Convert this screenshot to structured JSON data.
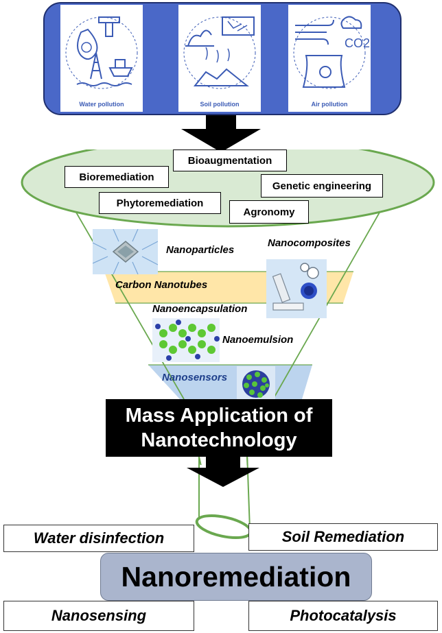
{
  "pollution": {
    "water": "Water pollution",
    "soil": "Soil pollution",
    "air": "Air pollution",
    "co2": "CO2"
  },
  "methods": {
    "bioaugmentation": "Bioaugmentation",
    "bioremediation": "Bioremediation",
    "genetic": "Genetic engineering",
    "phytoremediation": "Phytoremediation",
    "agronomy": "Agronomy"
  },
  "nano": {
    "nanoparticles": "Nanoparticles",
    "nanocomposites": "Nanocomposites",
    "carbon_nanotubes": "Carbon Nanotubes",
    "nanoencapsulation": "Nanoencapsulation",
    "nanoemulsion": "Nanoemulsion",
    "nanosensors": "Nanosensors"
  },
  "mass": {
    "line1": "Mass Application of",
    "line2": "Nanotechnology"
  },
  "outcomes": {
    "water_disinfection": "Water disinfection",
    "soil_remediation": "Soil Remediation",
    "nanoremediation": "Nanoremediation",
    "nanosensing": "Nanosensing",
    "photocatalysis": "Photocatalysis"
  },
  "colors": {
    "banner_blue": "#4a68c8",
    "ellipse_green": "#d9ead3",
    "funnel_line": "#6aa84f",
    "band_yellow": "#ffe6a8",
    "band_blue": "#bcd4ee",
    "nanorem_grey": "#aab5cd"
  },
  "icons": [
    "water-pollution-icon",
    "soil-pollution-icon",
    "air-pollution-icon",
    "chip-icon",
    "microscope-icon",
    "molecule-icon",
    "sphere-icon"
  ]
}
